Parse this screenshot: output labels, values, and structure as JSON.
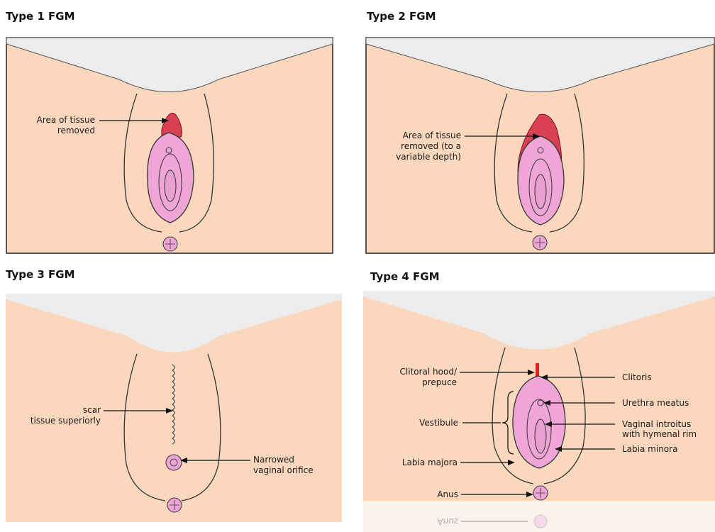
{
  "colors": {
    "skin": "#fbd8bd",
    "sky": "#ececec",
    "labia_pink": "#efa6d6",
    "removed_red": "#d94052",
    "marker_red": "#e81c1c",
    "outline": "#222222"
  },
  "panels": [
    {
      "title": "Type 1 FGM",
      "labels": [
        "Area of tissue",
        "removed"
      ]
    },
    {
      "title": "Type 2 FGM",
      "labels": [
        "Area of tissue",
        "removed (to a",
        "variable depth)"
      ]
    },
    {
      "title": "Type 3 FGM",
      "labels": {
        "scar": [
          "scar",
          "tissue superiorly"
        ],
        "orifice": [
          "Narrowed",
          "vaginal orifice"
        ]
      }
    },
    {
      "title": "Type 4 FGM",
      "labels": {
        "hood": [
          "Clitoral hood/",
          "prepuce"
        ],
        "clitoris": "Clitoris",
        "urethra": "Urethra meatus",
        "vestibule": "Vestibule",
        "introitus": [
          "Vaginal introitus",
          "with hymenal rim"
        ],
        "minora": "Labia minora",
        "majora": "Labia majora",
        "anus": "Anus",
        "anus_reflection": "Anus"
      }
    }
  ]
}
